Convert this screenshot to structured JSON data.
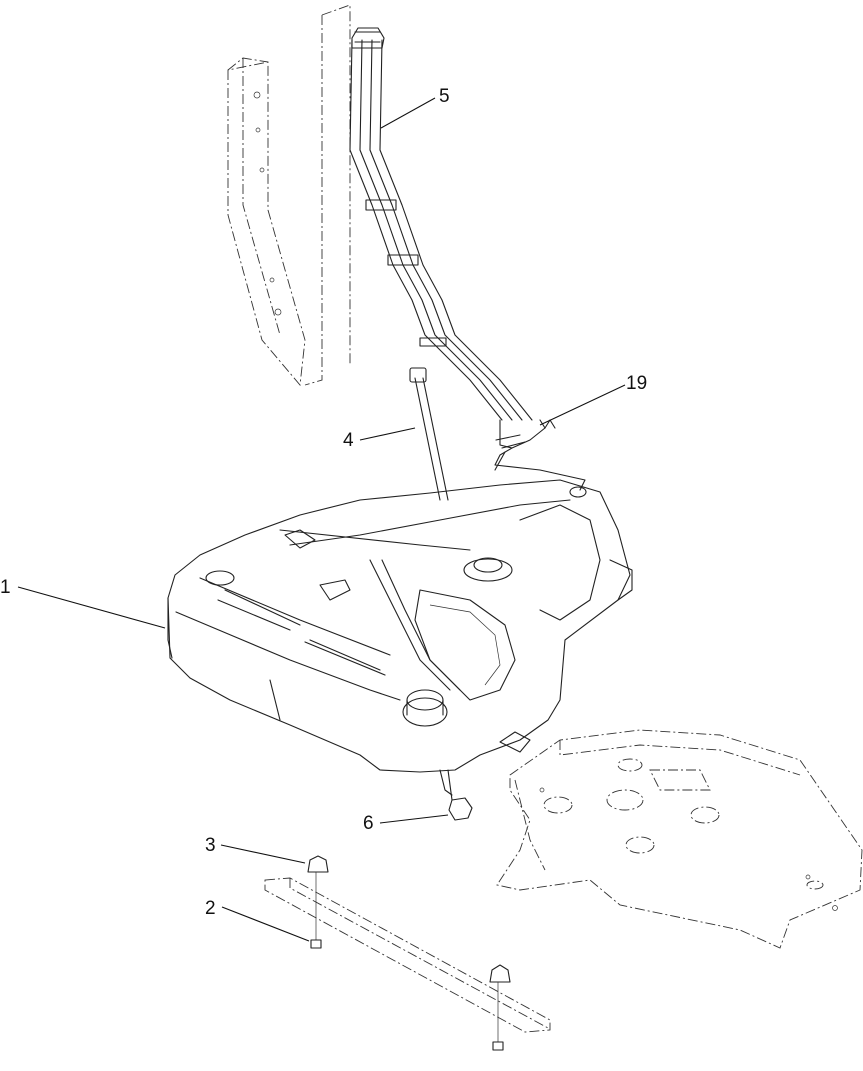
{
  "callouts": {
    "c1": "1",
    "c2": "2",
    "c3": "3",
    "c4": "4",
    "c5": "5",
    "c6": "6",
    "c19": "19"
  }
}
